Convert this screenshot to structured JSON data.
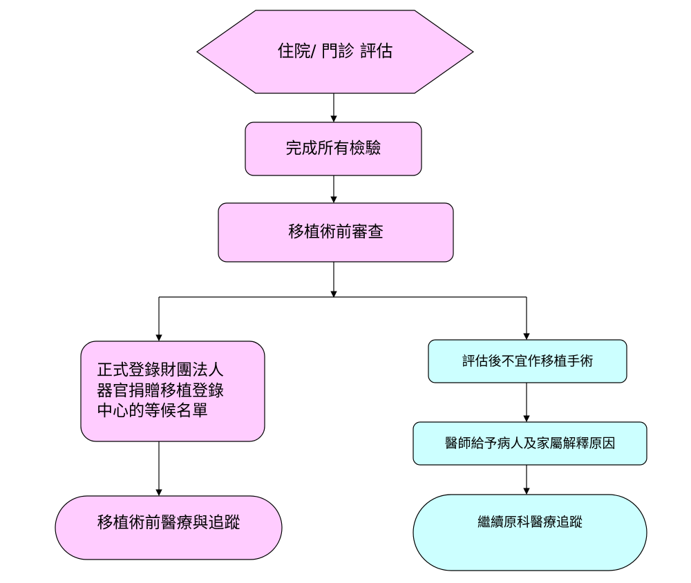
{
  "colors": {
    "pink": "#ffccff",
    "cyan": "#ccffff",
    "stroke": "#000000"
  },
  "nodes": {
    "start": "住院/ 門診  評估",
    "tests": "完成所有檢驗",
    "review": "移植術前審查",
    "register": [
      "正式登錄財團法人",
      "器官捐贈移植登錄",
      "中心的等候名單"
    ],
    "pre_transplant_care": "移植術前醫療與追蹤",
    "not_suitable": "評估後不宜作移植手術",
    "explain": "醫師給予病人及家屬解釋原因",
    "continue_care": "繼續原科醫療追蹤"
  }
}
